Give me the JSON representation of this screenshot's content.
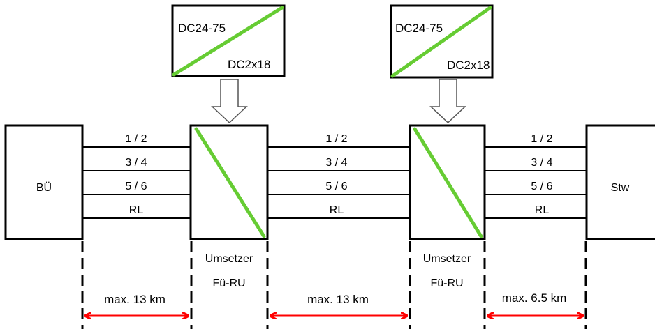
{
  "nodes": {
    "left_end": "BÜ",
    "right_end": "Stw"
  },
  "power_supplies": [
    {
      "input": "DC24-75",
      "output": "DC2x18"
    },
    {
      "input": "DC24-75",
      "output": "DC2x18"
    }
  ],
  "converters": [
    {
      "line1": "Umsetzer",
      "line2": "Fü-RU"
    },
    {
      "line1": "Umsetzer",
      "line2": "Fü-RU"
    }
  ],
  "segments": [
    {
      "wires": [
        "1 / 2",
        "3 / 4",
        "5 / 6",
        "RL"
      ],
      "distance": "max. 13 km"
    },
    {
      "wires": [
        "1 / 2",
        "3 / 4",
        "5 / 6",
        "RL"
      ],
      "distance": "max. 13 km"
    },
    {
      "wires": [
        "1 / 2",
        "3 / 4",
        "5 / 6",
        "RL"
      ],
      "distance": "max. 6.5 km"
    }
  ],
  "colors": {
    "converter_stripe": "#66cc33",
    "distance_arrow": "#ff0000"
  }
}
